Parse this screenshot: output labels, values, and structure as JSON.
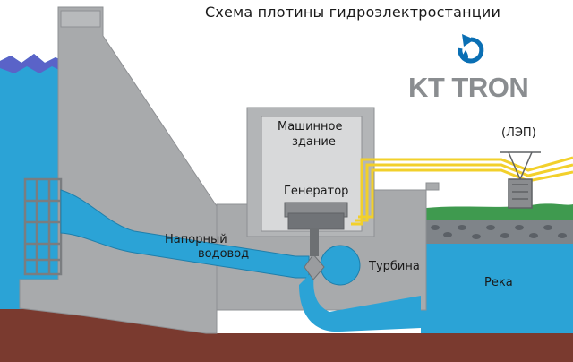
{
  "title": "Схема плотины гидроэлектростанции",
  "brand": {
    "name": "KT TRON",
    "icon": "refresh-drop-icon",
    "color": "#0a6fb4"
  },
  "labels": {
    "machine_hall": [
      "Машинное",
      "здание"
    ],
    "generator": "Генератор",
    "penstock": [
      "Напорный",
      "водовод"
    ],
    "turbine": "Турбина",
    "river": "Река",
    "power_line": "(ЛЭП)"
  },
  "colors": {
    "water": "#2ba3d6",
    "concrete": "#a8aaac",
    "ground": "#7a3a2f",
    "grass": "#3f9a4f",
    "cable": "#f2d02b"
  }
}
